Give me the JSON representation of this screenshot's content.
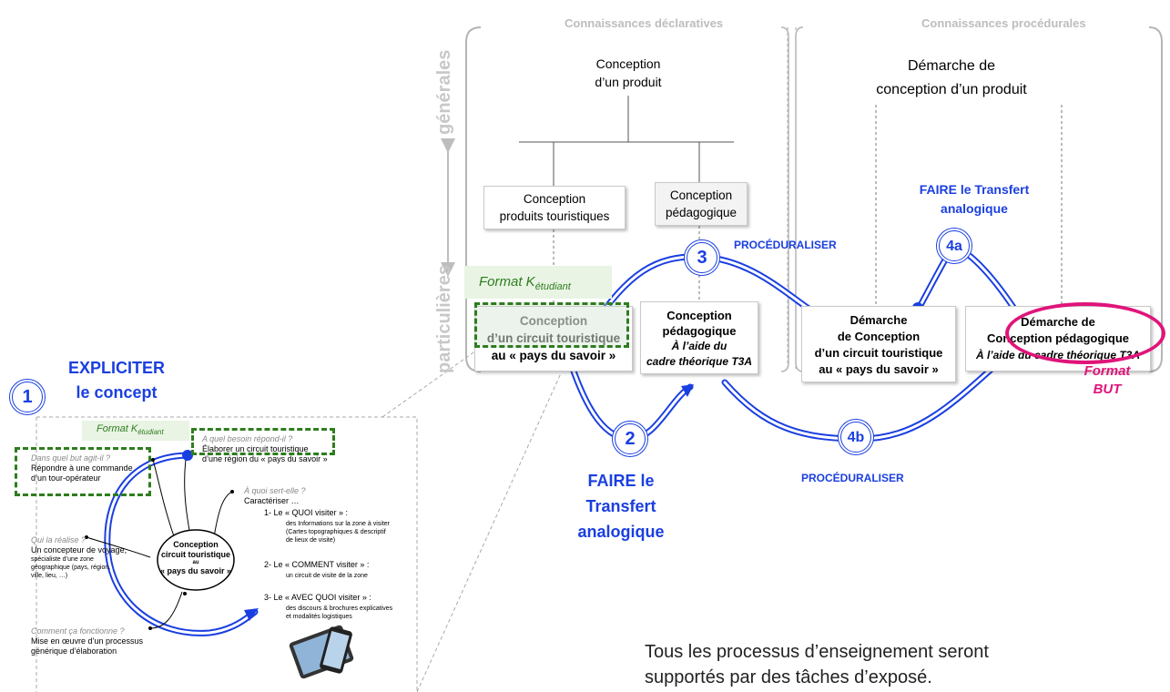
{
  "headers": {
    "declarative": "Connaissances déclaratives",
    "procedural": "Connaissances  procédurales"
  },
  "axis": {
    "top": "générales",
    "bottom": "particulières"
  },
  "tree": {
    "root_line1": "Conception",
    "root_line2": "d’un produit",
    "child1_line1": "Conception",
    "child1_line2": "produits touristiques",
    "child2_line1": "Conception",
    "child2_line2": "pédagogique"
  },
  "proc": {
    "top_line1": "Démarche de",
    "top_line2": "conception d’un produit"
  },
  "boxes": {
    "circuit_l1": "Conception",
    "circuit_l2": "d’un circuit touristique",
    "circuit_l3": "au « pays du savoir »",
    "peda_l1": "Conception",
    "peda_l2": "pédagogique",
    "peda_l3": "À l’aide du",
    "peda_l4": "cadre théorique T3A",
    "dem_l1": "Démarche",
    "dem_l2": "de Conception",
    "dem_l3": "d’un circuit touristique",
    "dem_l4": "au « pays du savoir »",
    "final_l1": "Démarche de",
    "final_l2": "Conception pédagogique",
    "final_l3": "À l’aide du cadre théorique T3A"
  },
  "formats": {
    "kstudent": "Format K",
    "kstudent_sub": "étudiant",
    "but_l1": "Format",
    "but_l2": "BUT"
  },
  "steps": {
    "s1": "1",
    "s1_l1": "EXPLICITER",
    "s1_l2": "le concept",
    "s2": "2",
    "s2_l1": "FAIRE le",
    "s2_l2": "Transfert",
    "s2_l3": "analogique",
    "s3": "3",
    "s3_label": "PROCÉDURALISER",
    "s4a": "4a",
    "s4a_l1": "FAIRE le Transfert",
    "s4a_l2": "analogique",
    "s4b": "4b",
    "s4b_label": "PROCÉDURALISER"
  },
  "inset": {
    "center_l1": "Conception",
    "center_l2": "circuit touristique",
    "center_l3": "au",
    "center_l4": "« pays du savoir »",
    "q1": "Dans quel but agit-il ?",
    "a1_l1": "Répondre à une commande",
    "a1_l2": "d’un tour-opérateur",
    "q2": "A quel besoin répond-il ?",
    "a2_l1": "Élaborer un circuit touristique",
    "a2_l2": "d’une région du « pays du savoir »",
    "q3": "À quoi sert-elle ?",
    "a3": "Caractériser …",
    "a3_i1": "1- Le « QUOI visiter » :",
    "a3_i1d1": "des Informations sur la zone à visiter",
    "a3_i1d2": "(Cartes topographiques & descriptif",
    "a3_i1d3": "de lieux de visite)",
    "a3_i2": "2- Le « COMMENT visiter » :",
    "a3_i2d1": "un circuit de visite de la zone",
    "a3_i3": "3- Le « AVEC QUOI visiter » :",
    "a3_i3d1": "des discours & brochures explicatives",
    "a3_i3d2": "et modalités  logistiques",
    "q4": "Qui la réalise ?",
    "a4_l1": "Un concepteur de voyage,",
    "a4_l2": "spécialiste d’une zone",
    "a4_l3": "géographique (pays, région,",
    "a4_l4": "ville, lieu, …)",
    "q5": "Comment ça fonctionne ?",
    "a5_l1": "Mise en œuvre d’un processus",
    "a5_l2": "générique d’élaboration"
  },
  "footer": {
    "line1": "Tous les processus d’enseignement seront",
    "line2": "supportés par des tâches d’exposé."
  },
  "colors": {
    "blue": "#1a3fe0",
    "green": "#2e7d1e",
    "magenta": "#e0147a",
    "grey": "#bdbdbd"
  }
}
